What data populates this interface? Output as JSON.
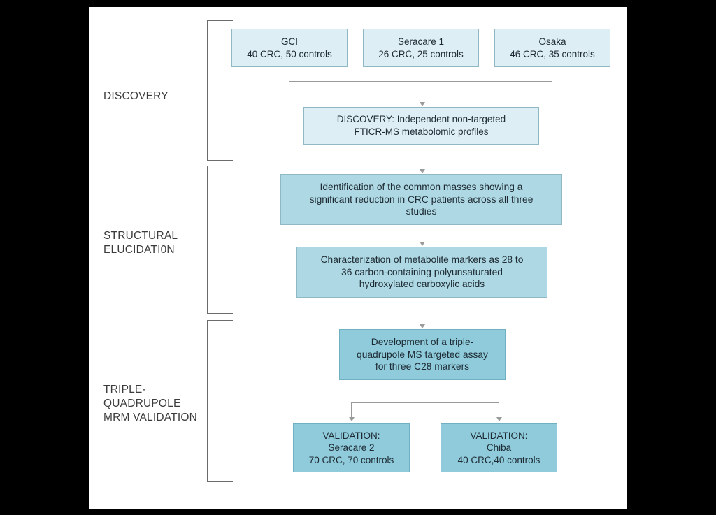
{
  "figure": {
    "type": "flowchart",
    "title": "CRC metabolomic biomarker discovery and validation workflow",
    "background": "#000000",
    "canvas_color": "#ffffff",
    "colors": {
      "tier_pale": "#ddeef4",
      "tier_mid": "#aed8e3",
      "tier_deep": "#8fcbdb",
      "box_border": "#8fb8c4",
      "connector": "#9a9a9a",
      "bracket": "#6b6b6b",
      "text": "#1d2a33",
      "label_text": "#3b3b3b"
    }
  },
  "stages": [
    {
      "id": "discovery",
      "label": "DISCOVERY"
    },
    {
      "id": "structural",
      "label": "STRUCTURAL\nELUCIDATI0N"
    },
    {
      "id": "triple",
      "label": "TRIPLE-\nQUADRUPOLE\nMRM VALIDATION"
    }
  ],
  "nodes": {
    "gci": {
      "title": "GCI",
      "detail": "40 CRC, 50 controls",
      "text": "GCI\n40 CRC, 50 controls"
    },
    "seracare1": {
      "title": "Seracare 1",
      "detail": "26 CRC, 25 controls",
      "text": "Seracare 1\n26 CRC, 25 controls"
    },
    "osaka": {
      "title": "Osaka",
      "detail": "46 CRC, 35 controls",
      "text": "Osaka\n46 CRC, 35 controls"
    },
    "discovery_profiles": {
      "text": "DISCOVERY: Independent non-targeted\nFTICR-MS  metabolomic profiles"
    },
    "identification": {
      "text": "Identification of the common masses showing a\nsignificant reduction in CRC patients across all three\nstudies"
    },
    "characterization": {
      "text": "Characterization of metabolite markers as 28 to\n36 carbon-containing polyunsaturated\nhydroxylated carboxylic acids"
    },
    "development": {
      "text": "Development of a triple-\nquadrupole MS targeted assay\nfor three C28 markers"
    },
    "validation_seracare": {
      "text": "VALIDATION:\nSeracare 2\n70 CRC, 70 controls"
    },
    "validation_chiba": {
      "text": "VALIDATION:\nChiba\n40 CRC,40 controls"
    }
  },
  "cohorts": [
    {
      "name": "GCI",
      "crc": 40,
      "controls": 50,
      "stage": "discovery"
    },
    {
      "name": "Seracare 1",
      "crc": 26,
      "controls": 25,
      "stage": "discovery"
    },
    {
      "name": "Osaka",
      "crc": 46,
      "controls": 35,
      "stage": "discovery"
    },
    {
      "name": "Seracare 2",
      "crc": 70,
      "controls": 70,
      "stage": "validation"
    },
    {
      "name": "Chiba",
      "crc": 40,
      "controls": 40,
      "stage": "validation"
    }
  ]
}
